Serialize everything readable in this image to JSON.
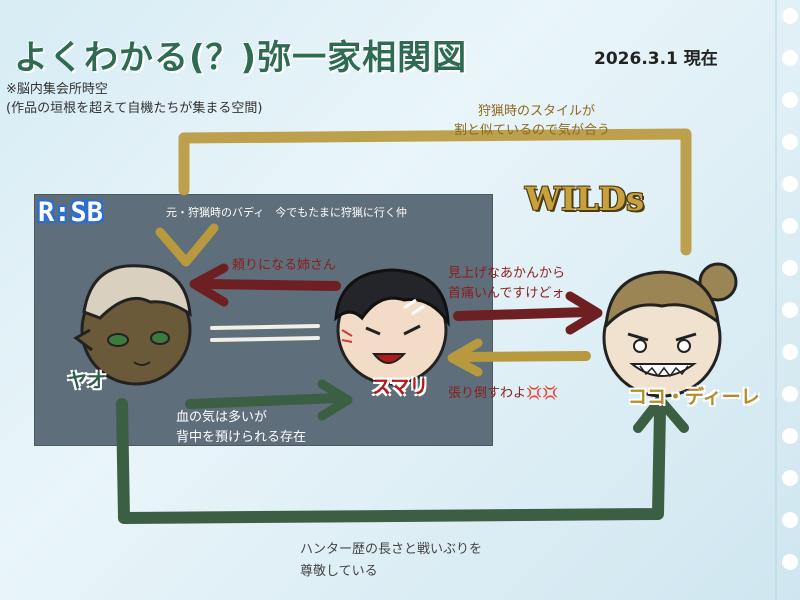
{
  "header": {
    "title": "よくわかる(？)弥一家相関図",
    "date": "2026.3.1 現在",
    "note_line1": "※脳内集会所時空",
    "note_line2": "(作品の垣根を超えて自機たちが集まる空間)"
  },
  "groups": {
    "rsb": {
      "label": "R:SB",
      "caption": "元・狩猟時のバディ　今でもたまに狩猟に行く仲"
    },
    "wilds": {
      "label": "WILDs"
    }
  },
  "characters": {
    "yao": {
      "name": "ヤオ"
    },
    "sumari": {
      "name": "スマリ"
    },
    "koko": {
      "name": "ココ・ディーレ"
    }
  },
  "relations": {
    "wilds_to_yao_line1": "狩猟時のスタイルが",
    "wilds_to_yao_line2": "割と似ているので気が合う",
    "sumari_to_yao": "頼りになる姉さん",
    "sumari_to_koko_line1": "見上げなあかんから",
    "sumari_to_koko_line2": "首痛いんですけどォ",
    "koko_to_sumari": "張り倒すわよ💢💢",
    "yao_to_sumari_line1": "血の気は多いが",
    "yao_to_sumari_line2": "背中を預けられる存在",
    "yao_to_koko_line1": "ハンター歴の長さと戦いぶりを",
    "yao_to_koko_line2": "尊敬している"
  },
  "colors": {
    "title": "#2f6a52",
    "gold_arrow": "#b8993e",
    "red_arrow": "#6e1f22",
    "green_arrow": "#3c5e43",
    "white_arrow": "#f2efe6",
    "panel": "#5e6e7a"
  }
}
